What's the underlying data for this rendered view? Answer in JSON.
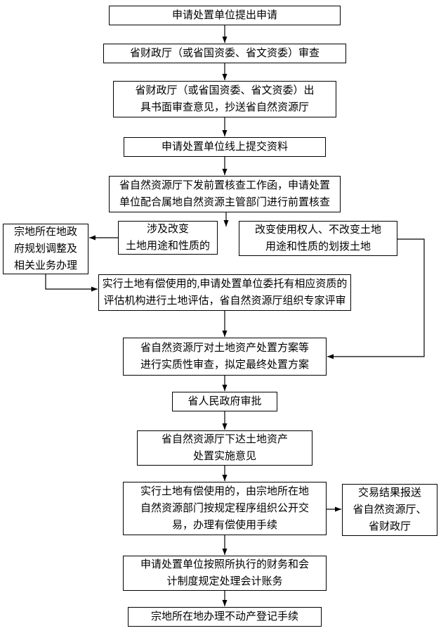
{
  "page": {
    "background_color": "#ffffff",
    "box_border_color": "#000000",
    "line_color": "#000000",
    "text_color": "#000000"
  },
  "flowchart": {
    "nodes": {
      "n1": {
        "label": "申请处置单位提出申请"
      },
      "n2": {
        "label": "省财政厅（或省国资委、省文资委）审查"
      },
      "n3": {
        "label": "省财政厅（或省国资委、省文资委）出\n具书面审查意见，抄送省自然资源厅"
      },
      "n4": {
        "label": "申请处置单位线上提交资料"
      },
      "n5": {
        "label": "省自然资源厅下发前置核查工作函，申请处置\n单位配合属地自然资源主管部门进行前置核查"
      },
      "n6": {
        "label": "宗地所在地政\n府规划调整及\n相关业务办理"
      },
      "n7": {
        "label": "涉及改变\n土地用途和性质的"
      },
      "n8": {
        "label": "改变使用权人、不改变土地\n用途和性质的划拨土地"
      },
      "n9": {
        "label": "实行土地有偿使用的,申请处置单位委托有相应资质的\n评估机构进行土地评估，省自然资源厅组织专家评审"
      },
      "n10": {
        "label": "省自然资源厅对土地资产处置方案等\n进行实质性审查，拟定最终处置方案"
      },
      "n11": {
        "label": "省人民政府审批"
      },
      "n12": {
        "label": "省自然资源厅下达土地资产\n处置实施意见"
      },
      "n13": {
        "label": "实行土地有偿使用的，由宗地所在地\n自然资源部门按规定程序组织公开交\n易，办理有偿使用手续"
      },
      "n14": {
        "label": "交易结果报送\n省自然资源厅、\n省财政厅"
      },
      "n15": {
        "label": "申请处置单位按照所执行的财务和会\n计制度规定处理会计账务"
      },
      "n16": {
        "label": "宗地所在地办理不动产登记手续"
      }
    },
    "edges": [
      {
        "from": "n1",
        "to": "n2"
      },
      {
        "from": "n2",
        "to": "n3"
      },
      {
        "from": "n3",
        "to": "n4"
      },
      {
        "from": "n4",
        "to": "n5"
      },
      {
        "from": "n5",
        "to": "n7/n8 分支"
      },
      {
        "from": "n7",
        "to": "n6"
      },
      {
        "from": "n6",
        "to": "n9"
      },
      {
        "from": "n9",
        "to": "n10"
      },
      {
        "from": "n8",
        "to": "n10"
      },
      {
        "from": "n10",
        "to": "n11"
      },
      {
        "from": "n11",
        "to": "n12"
      },
      {
        "from": "n12",
        "to": "n13"
      },
      {
        "from": "n13",
        "to": "n14"
      },
      {
        "from": "n13",
        "to": "n15"
      },
      {
        "from": "n15",
        "to": "n16"
      }
    ]
  }
}
